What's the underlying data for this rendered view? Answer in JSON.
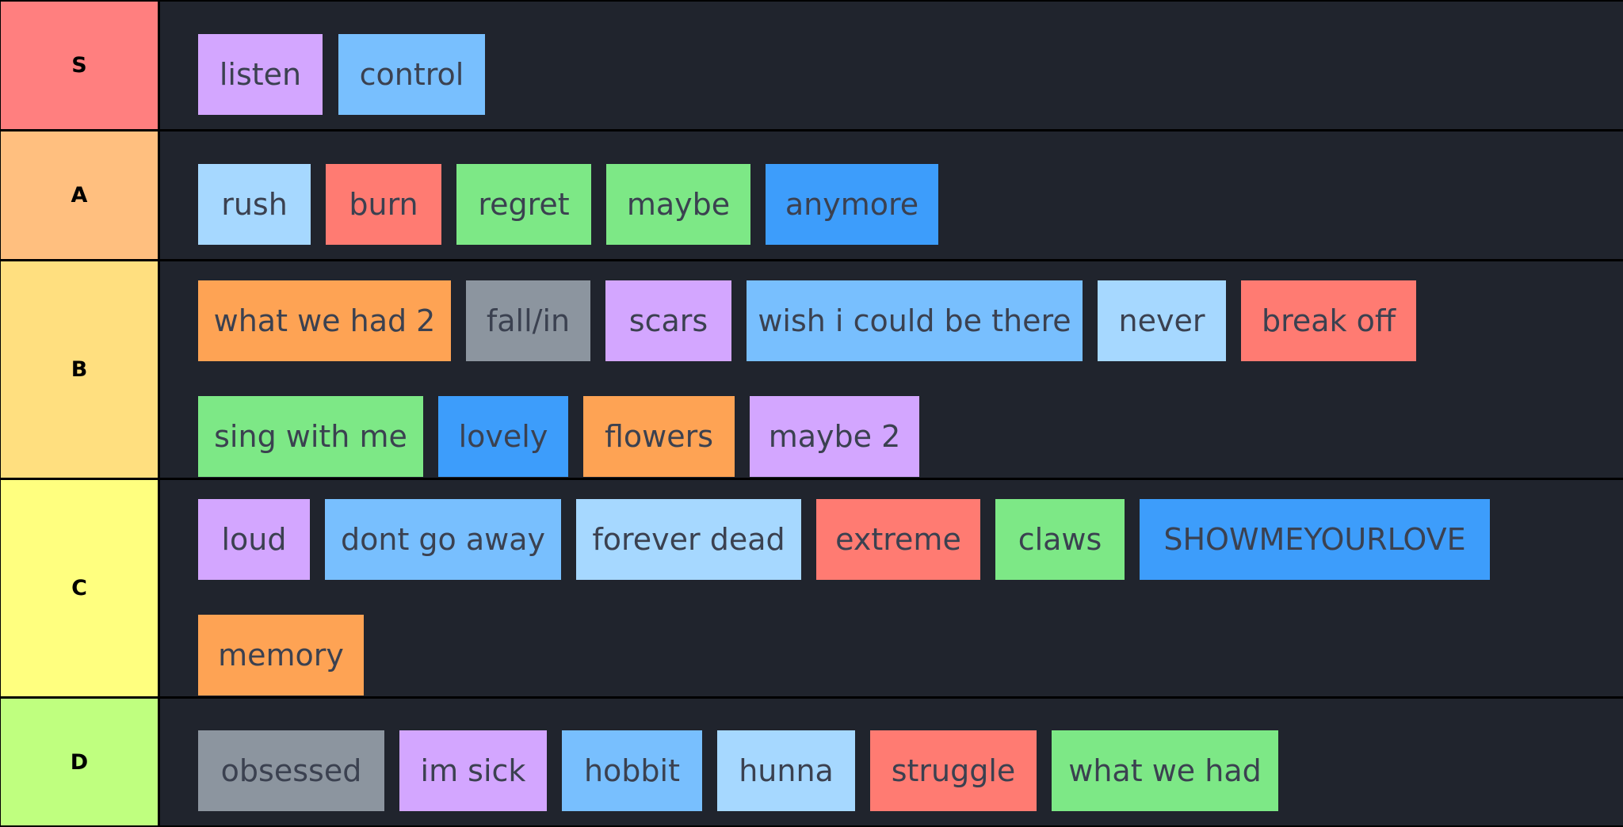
{
  "colors": {
    "background": "#20242d",
    "separator": "#000000",
    "item_text": "#3b4150",
    "tier_label_text": "#000000"
  },
  "tiers": [
    {
      "label": "S",
      "color": "#ff7f7f",
      "items": [
        {
          "text": "listen",
          "color": "#d3a6ff"
        },
        {
          "text": "control",
          "color": "#78bffe"
        }
      ]
    },
    {
      "label": "A",
      "color": "#ffbf7f",
      "items": [
        {
          "text": "rush",
          "color": "#a6d8ff"
        },
        {
          "text": "burn",
          "color": "#ff7b72"
        },
        {
          "text": "regret",
          "color": "#7de886"
        },
        {
          "text": "maybe",
          "color": "#7de886"
        },
        {
          "text": "anymore",
          "color": "#3d9dfb"
        }
      ]
    },
    {
      "label": "B",
      "color": "#ffdf7f",
      "items": [
        {
          "text": "what we had 2",
          "color": "#fea354"
        },
        {
          "text": "fall/in",
          "color": "#8c959f"
        },
        {
          "text": "scars",
          "color": "#d3a6ff"
        },
        {
          "text": "wish i could be there",
          "color": "#78bffe"
        },
        {
          "text": "never",
          "color": "#a6d8ff"
        },
        {
          "text": "break off",
          "color": "#ff7b72"
        },
        {
          "text": "sing with me",
          "color": "#7de886"
        },
        {
          "text": "lovely",
          "color": "#3d9dfb"
        },
        {
          "text": "flowers",
          "color": "#fea354"
        },
        {
          "text": "maybe 2",
          "color": "#d3a6ff"
        }
      ]
    },
    {
      "label": "C",
      "color": "#ffff7f",
      "items": [
        {
          "text": "loud",
          "color": "#d3a6ff"
        },
        {
          "text": "dont go away",
          "color": "#78bffe"
        },
        {
          "text": "forever dead",
          "color": "#a6d8ff"
        },
        {
          "text": "extreme",
          "color": "#ff7b72"
        },
        {
          "text": "claws",
          "color": "#7de886"
        },
        {
          "text": "SHOWMEYOURLOVE",
          "color": "#3d9dfb"
        },
        {
          "text": "memory",
          "color": "#fea354"
        }
      ]
    },
    {
      "label": "D",
      "color": "#bfff7f",
      "items": [
        {
          "text": "obsessed",
          "color": "#8c959f"
        },
        {
          "text": "im sick",
          "color": "#d3a6ff"
        },
        {
          "text": "hobbit",
          "color": "#78bffe"
        },
        {
          "text": "hunna",
          "color": "#a6d8ff"
        },
        {
          "text": "struggle",
          "color": "#ff7b72"
        },
        {
          "text": "what we had",
          "color": "#7de886"
        }
      ]
    }
  ]
}
